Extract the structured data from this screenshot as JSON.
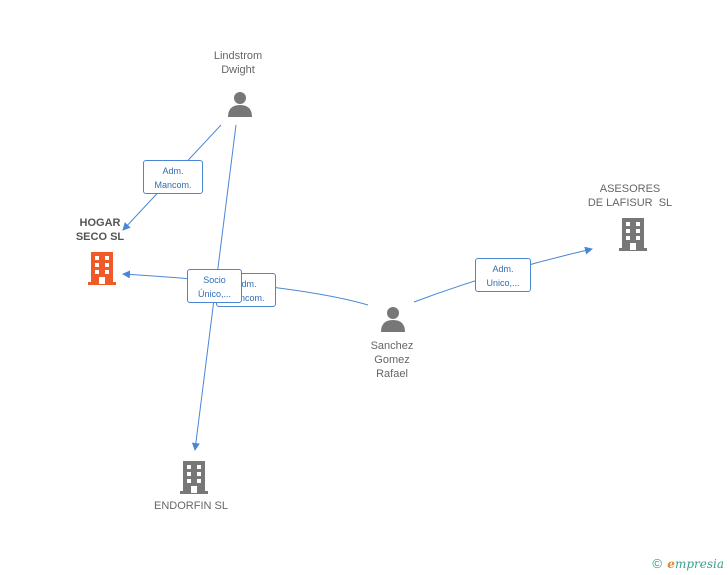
{
  "nodes": {
    "lindstrom": {
      "label": "Lindstrom\nDwight",
      "type": "person-icon"
    },
    "hogar": {
      "label": "HOGAR\nSECO SL",
      "type": "building-icon",
      "color": "#f05a28"
    },
    "asesores": {
      "label": "ASESORES\nDE LAFISUR  SL",
      "type": "building-icon",
      "color": "#777777"
    },
    "sanchez": {
      "label": "Sanchez\nGomez\nRafael",
      "type": "person-icon"
    },
    "endorfin": {
      "label": "ENDORFIN SL",
      "type": "building-icon",
      "color": "#777777"
    }
  },
  "edges": {
    "lindstrom_hogar": {
      "line1": "Adm.",
      "line2": "Mancom."
    },
    "sanchez_hogar_back": {
      "line1": "Adm.",
      "line2": "Mancom."
    },
    "lindstrom_socio": {
      "line1": "Socio",
      "line2": "Único,..."
    },
    "sanchez_asesores": {
      "line1": "Adm.",
      "line2": "Unico,..."
    }
  },
  "footer": {
    "copyright": "©",
    "brand_e": "e",
    "brand_rest": "mpresia"
  },
  "colors": {
    "edge": "#4a86d4",
    "person": "#777777",
    "accent": "#f05a28"
  }
}
